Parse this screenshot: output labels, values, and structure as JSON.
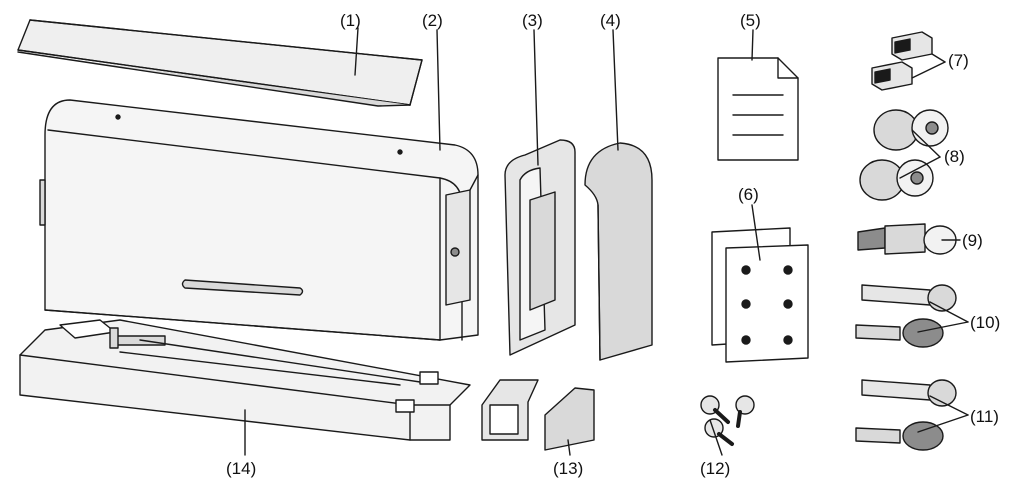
{
  "labels": {
    "l1": "(1)",
    "l2": "(2)",
    "l3": "(3)",
    "l4": "(4)",
    "l5": "(5)",
    "l6": "(6)",
    "l7": "(7)",
    "l8": "(8)",
    "l9": "(9)",
    "l10": "(10)",
    "l11": "(11)",
    "l12": "(12)",
    "l13": "(13)",
    "l14": "(14)"
  },
  "colors": {
    "line": "#1a1a1a",
    "fill_light": "#f2f2f2",
    "fill_mid": "#d9d9d9",
    "fill_dark": "#8c8c8c"
  }
}
